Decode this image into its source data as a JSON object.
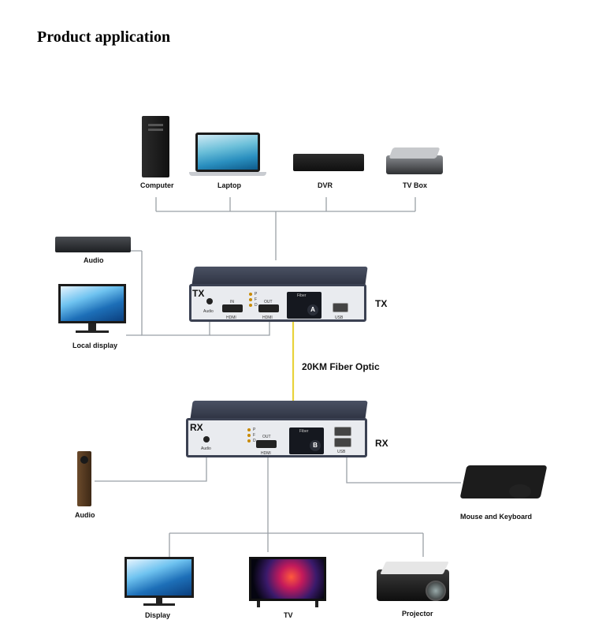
{
  "title": "Product application",
  "sources": {
    "computer": "Computer",
    "laptop": "Laptop",
    "dvr": "DVR",
    "tvbox": "TV Box"
  },
  "tx_side": {
    "audio": "Audio",
    "local_display": "Local display"
  },
  "tx_unit": {
    "tag": "TX",
    "side_label": "TX",
    "audio_port": "Audio",
    "hdmi_in": "IN",
    "hdmi_out": "OUT",
    "hdmi1": "HDMI",
    "hdmi2": "HDMI",
    "fiber": "Fiber",
    "usb": "USB",
    "fiber_badge": "A",
    "leds": [
      "P",
      "F",
      "D"
    ]
  },
  "link_label": "20KM Fiber Optic",
  "rx_unit": {
    "tag": "RX",
    "side_label": "RX",
    "audio_port": "Audio",
    "hdmi_out": "OUT",
    "hdmi": "HDMI",
    "fiber": "Fiber",
    "usb": "USB",
    "fiber_badge": "B",
    "leds": [
      "P",
      "F",
      "D"
    ]
  },
  "rx_side": {
    "audio": "Audio",
    "mouse_keyboard": "Mouse and Keyboard"
  },
  "outputs": {
    "display": "Display",
    "tv": "TV",
    "projector": "Projector"
  },
  "colors": {
    "fiber_line": "#e8d33a",
    "wire": "#9aa0a6",
    "unit_body": "#3b4152"
  }
}
